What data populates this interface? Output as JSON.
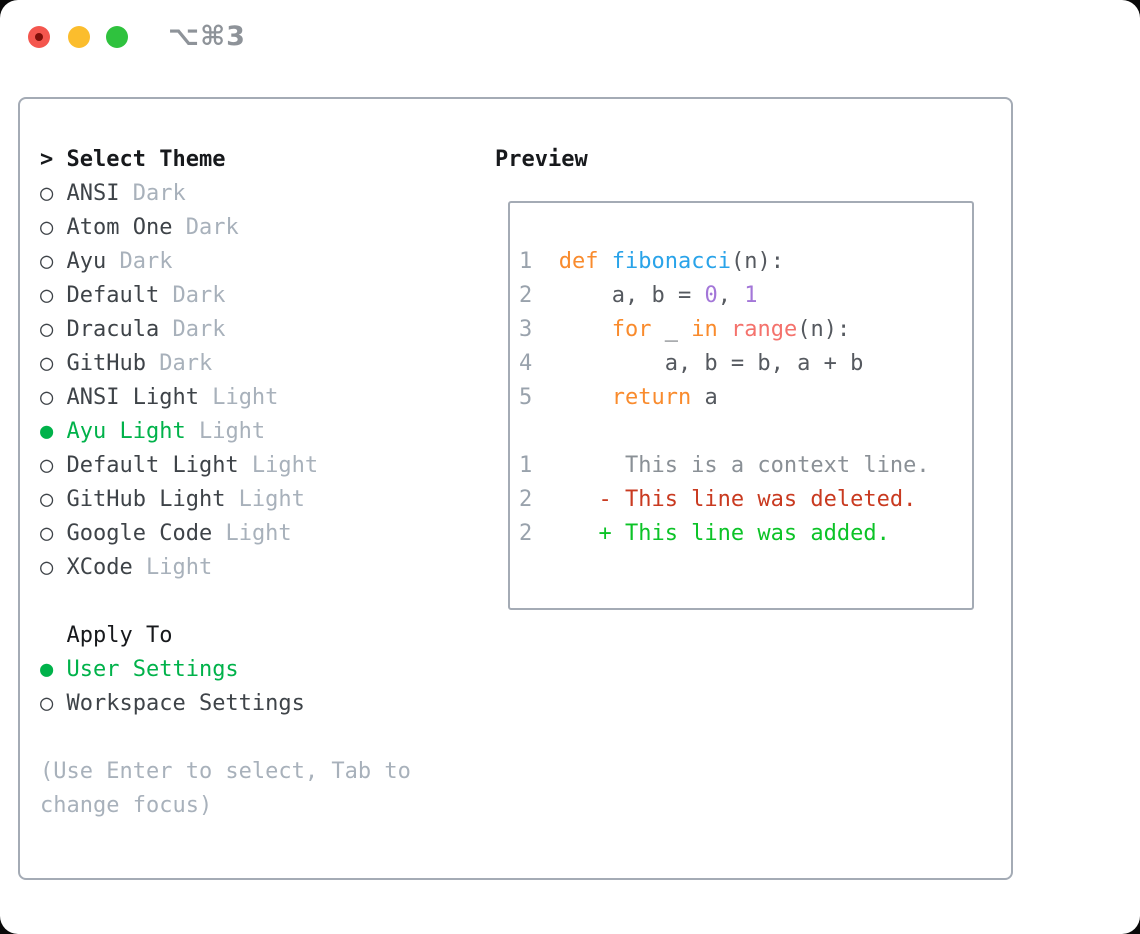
{
  "titlebar": {
    "shortcut": "⌥⌘3"
  },
  "theme_panel": {
    "header": {
      "marker": ">",
      "label": "Select Theme"
    },
    "markers": {
      "selected": "●",
      "unselected": "○"
    },
    "items": [
      {
        "name": "ANSI",
        "variant": "Dark",
        "selected": false
      },
      {
        "name": "Atom One",
        "variant": "Dark",
        "selected": false
      },
      {
        "name": "Ayu",
        "variant": "Dark",
        "selected": false
      },
      {
        "name": "Default",
        "variant": "Dark",
        "selected": false
      },
      {
        "name": "Dracula",
        "variant": "Dark",
        "selected": false
      },
      {
        "name": "GitHub",
        "variant": "Dark",
        "selected": false
      },
      {
        "name": "ANSI Light",
        "variant": "Light",
        "selected": false
      },
      {
        "name": "Ayu Light",
        "variant": "Light",
        "selected": true
      },
      {
        "name": "Default Light",
        "variant": "Light",
        "selected": false
      },
      {
        "name": "GitHub Light",
        "variant": "Light",
        "selected": false
      },
      {
        "name": "Google Code",
        "variant": "Light",
        "selected": false
      },
      {
        "name": "XCode",
        "variant": "Light",
        "selected": false
      }
    ],
    "apply_to": {
      "label": "Apply To",
      "options": [
        {
          "name": "User Settings",
          "selected": true
        },
        {
          "name": "Workspace Settings",
          "selected": false
        }
      ]
    },
    "help_text": "(Use Enter to select, Tab to change focus)"
  },
  "preview_panel": {
    "header": "Preview",
    "lines": [
      {
        "n": "1",
        "seg": [
          {
            "c": "kw",
            "t": "def"
          },
          {
            "c": "df",
            "t": " "
          },
          {
            "c": "fn",
            "t": "fibonacci"
          },
          {
            "c": "df",
            "t": "(n):"
          }
        ]
      },
      {
        "n": "2",
        "seg": [
          {
            "c": "df",
            "t": "    a, b = "
          },
          {
            "c": "num",
            "t": "0"
          },
          {
            "c": "df",
            "t": ", "
          },
          {
            "c": "num",
            "t": "1"
          }
        ]
      },
      {
        "n": "3",
        "seg": [
          {
            "c": "df",
            "t": "    "
          },
          {
            "c": "kw",
            "t": "for"
          },
          {
            "c": "df",
            "t": " _ "
          },
          {
            "c": "kw",
            "t": "in"
          },
          {
            "c": "df",
            "t": " "
          },
          {
            "c": "bi",
            "t": "range"
          },
          {
            "c": "df",
            "t": "(n):"
          }
        ]
      },
      {
        "n": "4",
        "seg": [
          {
            "c": "df",
            "t": "        a, b = b, a + b"
          }
        ]
      },
      {
        "n": "5",
        "seg": [
          {
            "c": "df",
            "t": "    "
          },
          {
            "c": "kw",
            "t": "return"
          },
          {
            "c": "df",
            "t": " a"
          }
        ]
      },
      {
        "n": "",
        "seg": []
      },
      {
        "n": "1",
        "seg": [
          {
            "c": "ctx",
            "t": "     This is a context line."
          }
        ]
      },
      {
        "n": "2",
        "seg": [
          {
            "c": "del",
            "t": "   - This line was deleted."
          }
        ]
      },
      {
        "n": "2",
        "seg": [
          {
            "c": "add",
            "t": "   + This line was added."
          }
        ]
      }
    ]
  },
  "colors": {
    "accent_green": "#00b24a",
    "text_primary": "#17191c",
    "text_secondary": "#3e4348",
    "muted": "#a8b1bb",
    "line_number": "#99a2ac",
    "keyword": "#f98b2d",
    "function": "#29a3e9",
    "builtin": "#f4726c",
    "number": "#a376d8",
    "code_default": "#55595f",
    "diff_context": "#8a9096",
    "diff_deleted": "#c93a20",
    "diff_added": "#0cc327",
    "tl_red": "#f4564e",
    "tl_red_dot": "#7f100a",
    "tl_yellow": "#fbbd2d",
    "tl_green": "#2fc23e"
  }
}
